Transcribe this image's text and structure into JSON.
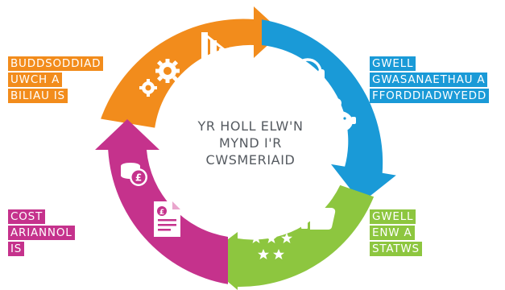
{
  "center": {
    "lines": [
      "YR HOLL ELW'N",
      "MYND I'R",
      "CWSMERIAID"
    ]
  },
  "segments": [
    {
      "id": "investment",
      "color": "#F28C1C",
      "label_lines": [
        "BUDDSODDIAD",
        "UWCH A",
        "BILIAU IS"
      ],
      "icons": [
        "gears-icon",
        "chart-down-icon"
      ]
    },
    {
      "id": "service",
      "color": "#1A9AD7",
      "label_lines": [
        "GWELL",
        "GWASANAETHAU A",
        "FFORDDIADWYEDD"
      ],
      "icons": [
        "headset-icon",
        "piggy-bank-icon"
      ]
    },
    {
      "id": "reputation",
      "color": "#8DC63F",
      "label_lines": [
        "GWELL",
        "ENW A",
        "STATWS"
      ],
      "icons": [
        "thumbs-up-icon",
        "stars-icon"
      ]
    },
    {
      "id": "cost",
      "color": "#C5328C",
      "label_lines": [
        "COST",
        "ARIANNOL",
        "IS"
      ],
      "icons": [
        "coin-stack-icon",
        "invoice-icon"
      ]
    }
  ]
}
